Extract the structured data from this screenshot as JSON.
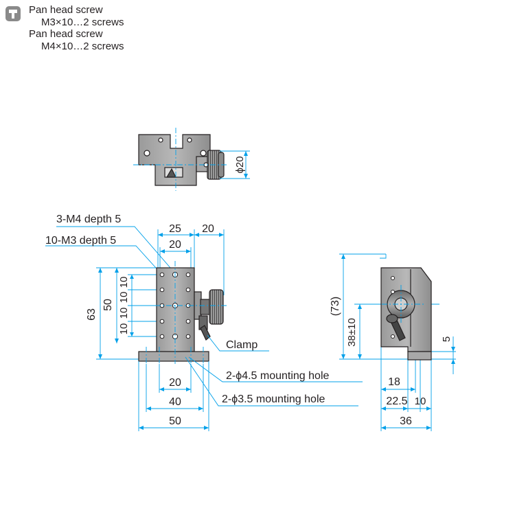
{
  "legend": {
    "icon": "screw-head-icon",
    "line1": "Pan head screw",
    "line2": "M3×10…2 screws",
    "line3": "Pan head screw",
    "line4": "M4×10…2 screws"
  },
  "top_view": {
    "knob_diameter": "ϕ20"
  },
  "front_view": {
    "tap_m4": "3-M4 depth 5",
    "tap_m3": "10-M3 depth 5",
    "width_25": "25",
    "width_20_top": "20",
    "knob_20": "20",
    "height_63": "63",
    "height_50": "50",
    "pitch_10": "10",
    "clamp": "Clamp",
    "hole_45": "2-ϕ4.5 mounting hole",
    "hole_35": "2-ϕ3.5 mounting hole",
    "base_20": "20",
    "base_40": "40",
    "base_50": "50"
  },
  "side_view": {
    "height_73": "(73)",
    "height_38": "38±10",
    "dim_5": "5",
    "dim_18": "18",
    "dim_225": "22.5",
    "dim_10": "10",
    "dim_36": "36"
  },
  "colors": {
    "dimension": "#00a0e9",
    "outline": "#231f20",
    "body": "#a0a0a0",
    "icon": "#8a8a8a"
  }
}
